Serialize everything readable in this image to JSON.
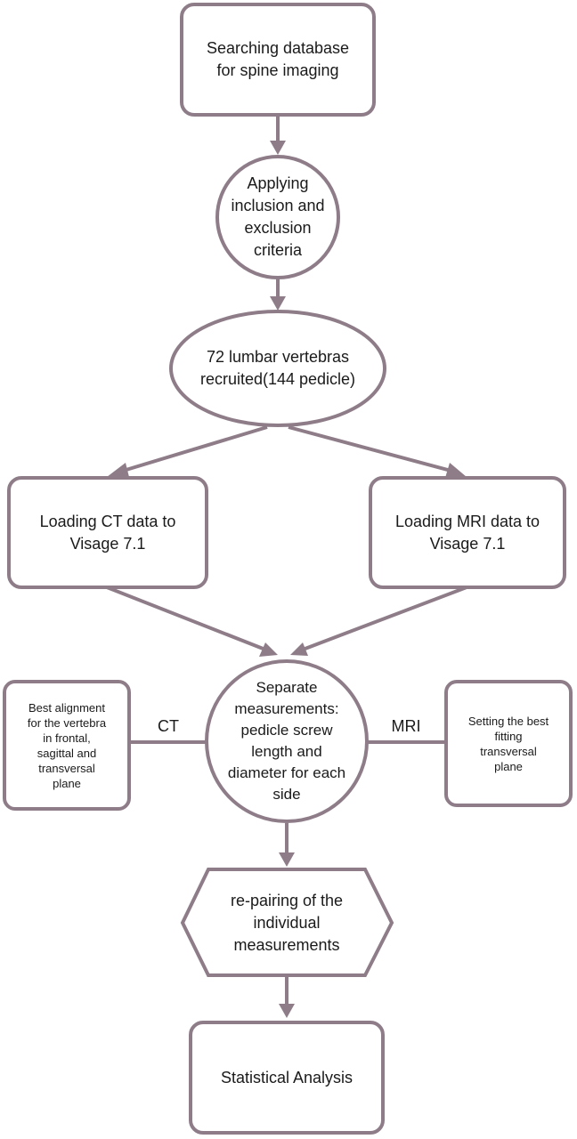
{
  "flowchart": {
    "search": "Searching database\nfor spine imaging",
    "criteria": "Applying\ninclusion and\nexclusion\ncriteria",
    "recruited": "72 lumbar vertebras\nrecruited(144 pedicle)",
    "ct_load": "Loading CT data to\nVisage 7.1",
    "mri_load": "Loading MRI data to\nVisage 7.1",
    "separate": "Separate\nmeasurements:\npedicle screw\nlength and\ndiameter for each\nside",
    "ct_align": "Best alignment\nfor the vertebra\nin frontal,\nsagittal and\ntransversal\nplane",
    "mri_plane": "Setting the best\nfitting\ntransversal\nplane",
    "ct_tag": "CT",
    "mri_tag": "MRI",
    "repair": "re-pairing of the\nindividual\nmeasurements",
    "stats": "Statistical Analysis"
  },
  "colors": {
    "stroke": "#8e7d88",
    "fill": "#ffffff",
    "text": "#1a1a1a"
  }
}
